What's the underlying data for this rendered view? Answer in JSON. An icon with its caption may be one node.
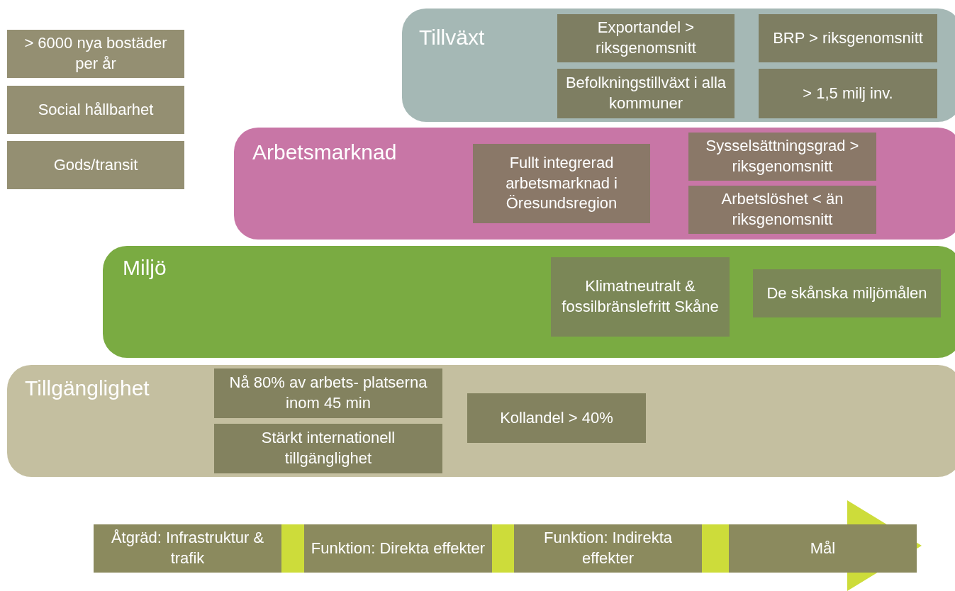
{
  "diagram": {
    "nodes": [
      {
        "text": [
          "> 6000 nya bostäder per år"
        ]
      },
      {
        "text": [
          "Social hållbarhet"
        ]
      },
      {
        "text": [
          "Gods/transit"
        ]
      },
      {
        "text": [
          "Tillväxt"
        ]
      },
      {
        "text": [
          "Exportandel > riksgenomsnitt"
        ],
        "in": 3
      },
      {
        "text": [
          "BRP > riksgenomsnitt"
        ],
        "in": 3
      },
      {
        "text": [
          "Befolkningstillväxt i alla kommuner"
        ],
        "in": 3
      },
      {
        "text": [
          "> 1,5 milj inv."
        ],
        "in": 3
      },
      {
        "text": [
          "Arbetsmarknad"
        ]
      },
      {
        "text": [
          "Fullt integrerad arbetsmarknad i Öresundsregion"
        ],
        "in": 8
      },
      {
        "text": [
          "Sysselsättningsgrad > riksgenomsnitt"
        ],
        "in": 8
      },
      {
        "text": [
          "Arbetslöshet < än riksgenomsnitt"
        ],
        "in": 8
      },
      {
        "text": [
          "Miljö"
        ]
      },
      {
        "text": [
          "Klimatneutralt & fossilbränslefritt Skåne"
        ],
        "in": 12
      },
      {
        "text": [
          "De skånska miljömålen"
        ],
        "in": 12
      },
      {
        "text": [
          "Tillgänglighet"
        ]
      },
      {
        "text": [
          "Nå 80% av arbets- platserna inom 45 min"
        ],
        "in": 15
      },
      {
        "text": [
          "Stärkt internationell tillgänglighet"
        ],
        "in": 15
      },
      {
        "text": [
          "Kollandel > 40%"
        ],
        "in": 15
      },
      {
        "text": [
          "Åtgräd: Infrastruktur & trafik"
        ]
      },
      {
        "text": [
          "Funktion: Direkta effekter"
        ]
      },
      {
        "text": [
          "Funktion: Indirekta effekter"
        ]
      },
      {
        "text": [
          "Mål"
        ]
      }
    ]
  }
}
